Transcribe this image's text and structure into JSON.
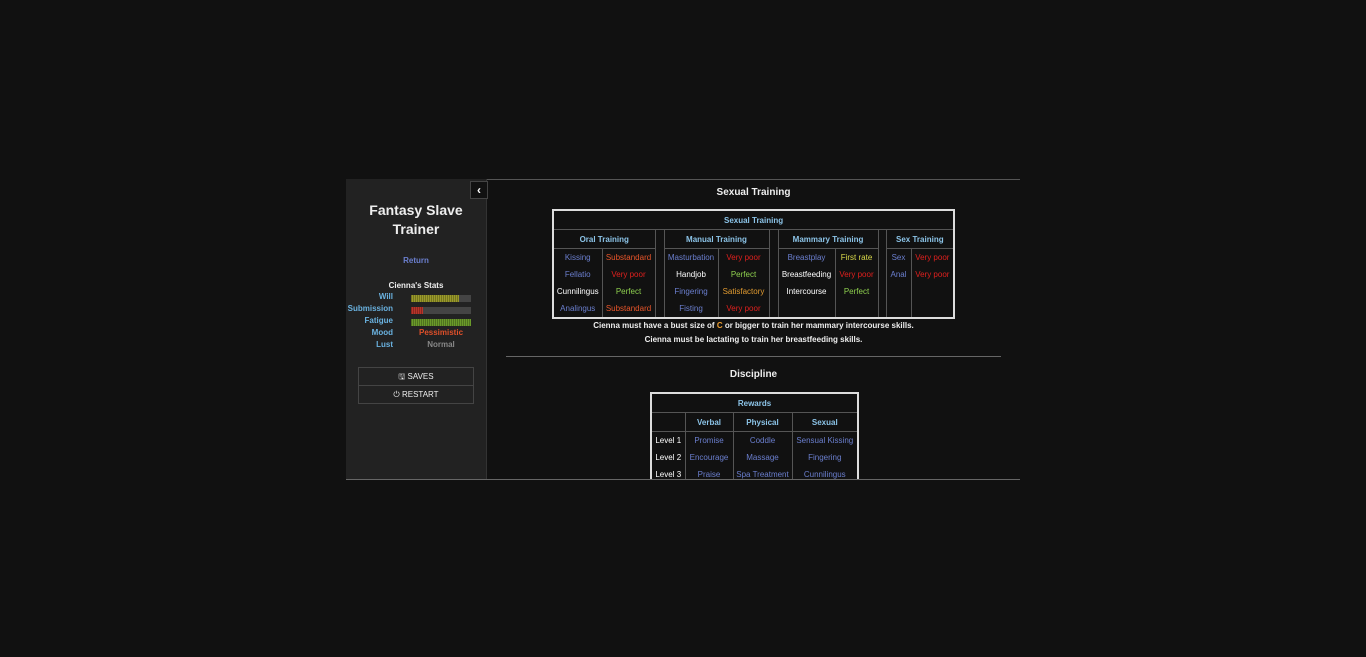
{
  "sidebar": {
    "title_line1": "Fantasy Slave",
    "title_line2": "Trainer",
    "return_link": "Return",
    "stats_heading": "Cienna's Stats",
    "stats": [
      {
        "label": "Will",
        "bar": 0.8,
        "color": "#9a9a2a"
      },
      {
        "label": "Submission",
        "bar": 0.2,
        "color": "#b8342a"
      },
      {
        "label": "Fatigue",
        "bar": 1.0,
        "color": "#6a9a2a"
      }
    ],
    "mood_label": "Mood",
    "mood_value": "Pessimistic",
    "mood_color": "#e0502a",
    "lust_label": "Lust",
    "lust_value": "Normal",
    "saves_label": "SAVES",
    "restart_label": "RESTART",
    "collapse_icon": "chevron-left-icon"
  },
  "sexual_training": {
    "heading": "Sexual Training",
    "table_title": "Sexual Training",
    "groups": [
      {
        "title": "Oral Training",
        "rows": [
          [
            "Kissing",
            "Substandard"
          ],
          [
            "Fellatio",
            "Very poor"
          ],
          [
            "Cunnilingus",
            "Perfect"
          ],
          [
            "Analingus",
            "Substandard"
          ]
        ]
      },
      {
        "title": "Manual Training",
        "rows": [
          [
            "Masturbation",
            "Very poor"
          ],
          [
            "Handjob",
            "Perfect"
          ],
          [
            "Fingering",
            "Satisfactory"
          ],
          [
            "Fisting",
            "Very poor"
          ]
        ]
      },
      {
        "title": "Mammary Training",
        "rows": [
          [
            "Breastplay",
            "First rate"
          ],
          [
            "Breastfeeding",
            "Very poor"
          ],
          [
            "Intercourse",
            "Perfect"
          ]
        ]
      },
      {
        "title": "Sex Training",
        "rows": [
          [
            "Sex",
            "Very poor"
          ],
          [
            "Anal",
            "Very poor"
          ]
        ]
      }
    ],
    "note1_a": "Cienna must have a bust size of ",
    "note1_b": "C",
    "note1_c": " or bigger to train her mammary intercourse skills.",
    "note2": "Cienna must be lactating to train her breastfeeding skills.",
    "colors": {
      "Substandard": "#e8552a",
      "Very poor": "#e0201e",
      "Perfect": "#8fd14f",
      "First rate": "#d9d94a",
      "Satisfactory": "#e09a30",
      "link": "#6b7fcf",
      "plain": "#ffffff"
    }
  },
  "discipline": {
    "heading": "Discipline",
    "table_title": "Rewards",
    "columns": [
      "Verbal",
      "Physical",
      "Sexual"
    ],
    "rows": [
      {
        "level": "Level 1",
        "cells": [
          "Promise",
          "Coddle",
          "Sensual Kissing"
        ]
      },
      {
        "level": "Level 2",
        "cells": [
          "Encourage",
          "Massage",
          "Fingering"
        ]
      },
      {
        "level": "Level 3",
        "cells": [
          "Praise",
          "Spa Treatment",
          "Cunnilingus"
        ]
      }
    ]
  }
}
